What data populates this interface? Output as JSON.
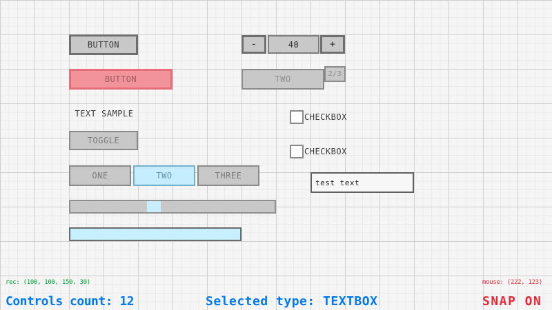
{
  "palette": {
    "background": "#f5f5f5",
    "grid_minor": "#eaeaea",
    "grid_major": "#cfcfcf",
    "control_fill": "#c8c8c8",
    "control_border": "#8a8a8a",
    "control_border_dark": "#6f6f70",
    "text_dark": "#3c3c3c",
    "text_gray": "#7a7a7a",
    "selected_fill": "#f2939b",
    "selected_border": "#e46e79",
    "selected_text": "#a2565e",
    "accent_fill": "#c6edfd",
    "accent_border": "#72b1cc",
    "accent_text": "#6095ab",
    "progress_fill": "#c8effe",
    "status_green": "#009e2f",
    "status_blue": "#0079f1",
    "status_red": "#e62937"
  },
  "controls": {
    "button_normal": {
      "label": "BUTTON"
    },
    "button_selected": {
      "label": "BUTTON"
    },
    "text_label": {
      "text": "TEXT SAMPLE"
    },
    "toggle": {
      "label": "TOGGLE"
    },
    "toggle_group": {
      "options": [
        "ONE",
        "TWO",
        "THREE"
      ],
      "selected": "TWO"
    },
    "spinner": {
      "minus_label": "-",
      "value": "40",
      "plus_label": "+"
    },
    "combobox": {
      "selected_label": "TWO",
      "counter": "2/3"
    },
    "checkbox_1": {
      "label": "CHECKBOX",
      "checked": false
    },
    "checkbox_2": {
      "label": "CHECKBOX",
      "checked": false
    },
    "textbox": {
      "value": "test text"
    }
  },
  "statusbar": {
    "rec_info": "rec: (100, 100, 150, 30)",
    "controls_count": "Controls count: 12",
    "selected_type": "Selected type: TEXTBOX",
    "mouse_info": "mouse: (222, 123)",
    "snap_status": "SNAP ON"
  }
}
